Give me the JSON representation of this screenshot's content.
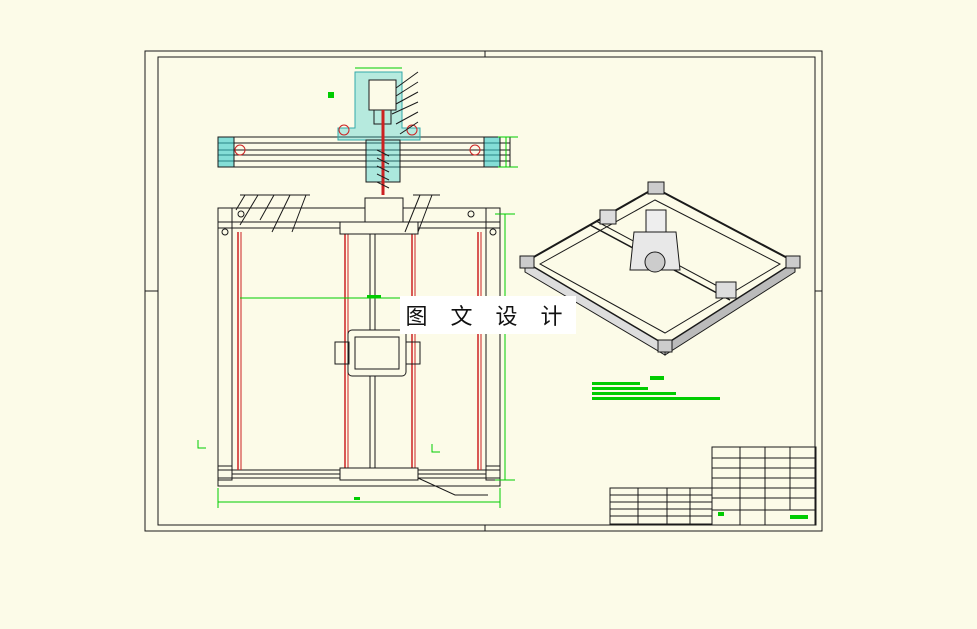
{
  "watermark": {
    "text": "图 文 设 计"
  },
  "colors": {
    "background": "#fcfbe8",
    "line": "#1a1a1a",
    "dimension": "#00cc00",
    "section": "#33cccc",
    "rod": "#cc2222"
  },
  "icons": {
    "isometric_view": "3d-gantry-frame",
    "cross_section": "lead-screw-section"
  }
}
